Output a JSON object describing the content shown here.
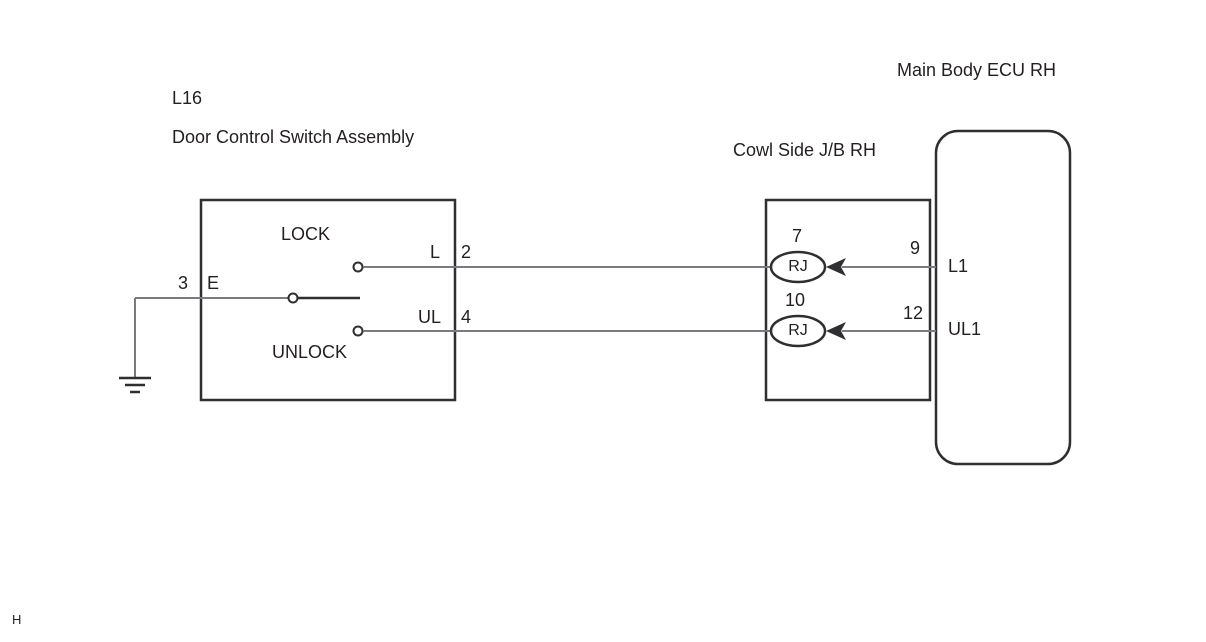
{
  "colors": {
    "text": "#231f20",
    "outline": "#2f2f31",
    "wire": "#7a7b7e",
    "background": "#ffffff"
  },
  "footer": {
    "mark": "H"
  },
  "switch_assembly": {
    "code": "L16",
    "title": "Door Control Switch Assembly",
    "lock_label": "LOCK",
    "unlock_label": "UNLOCK",
    "pin_3": "3",
    "terminal_e": "E",
    "terminal_l": "L",
    "pin_2": "2",
    "terminal_ul": "UL",
    "pin_4": "4"
  },
  "junction_block": {
    "title": "Cowl Side J/B RH",
    "pin_7": "7",
    "relay_top": "RJ",
    "pin_10": "10",
    "relay_bottom": "RJ"
  },
  "ecu": {
    "title": "Main Body ECU RH",
    "pin_9": "9",
    "terminal_l1": "L1",
    "pin_12": "12",
    "terminal_ul1": "UL1"
  }
}
